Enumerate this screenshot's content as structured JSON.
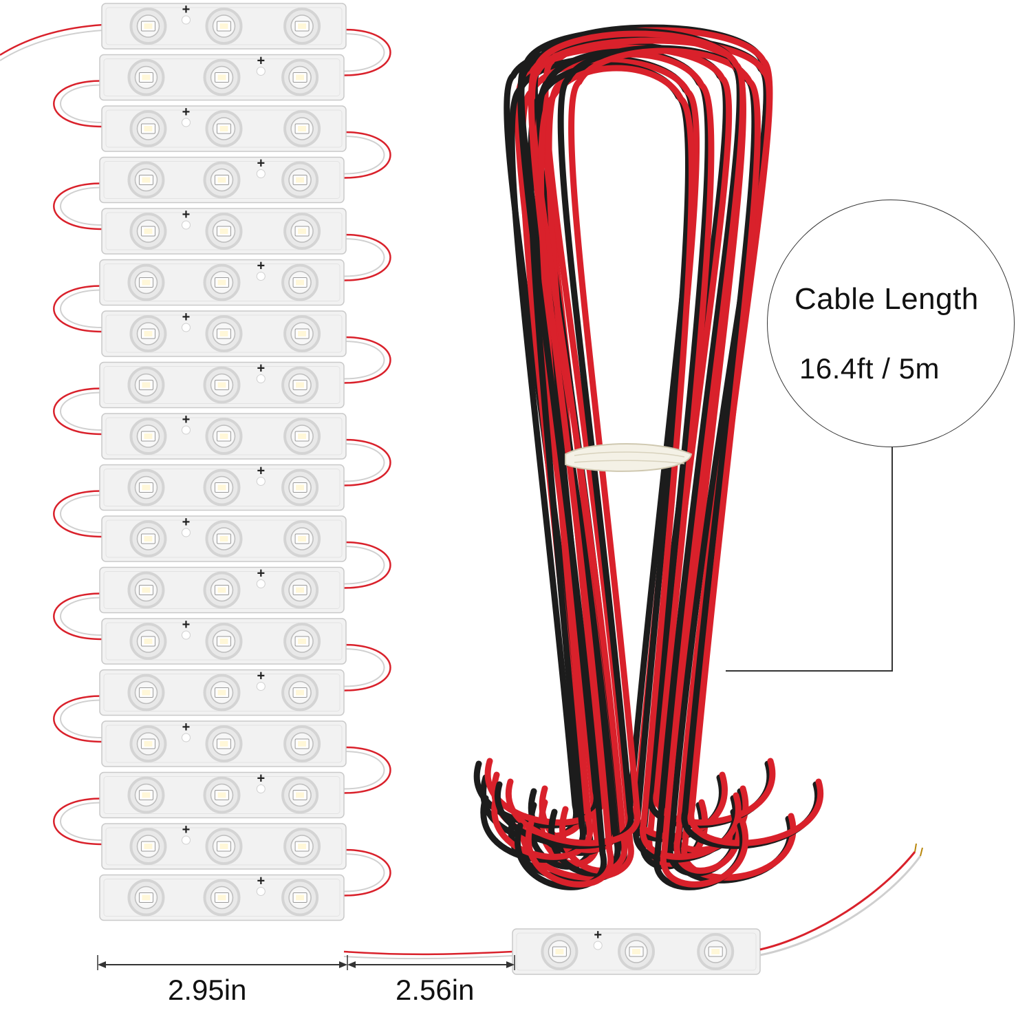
{
  "callout": {
    "title": "Cable Length",
    "value": "16.4ft / 5m"
  },
  "dimensions": {
    "module_length": "2.95in",
    "module_spacing": "2.56in"
  },
  "modules": {
    "stacked_count": 18,
    "leds_per_module": 3,
    "polarity_mark": "+"
  },
  "colors": {
    "module_body": "#f2f2f2",
    "led_ring": "#d4d4d4",
    "wire_red": "#d9212b",
    "wire_black": "#1c1c1c",
    "callout_line": "#333333"
  }
}
